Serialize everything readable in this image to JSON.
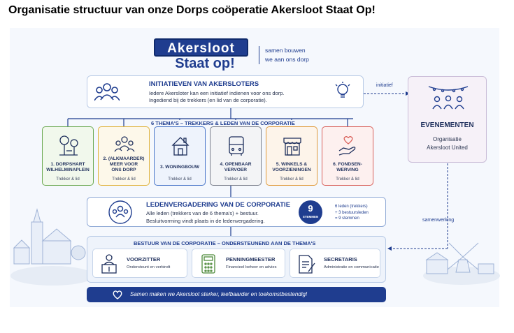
{
  "page_title": "Organisatie structuur van onze Dorps coöperatie Akersloot Staat Op!",
  "logo": {
    "line1": "Akersloot",
    "line2": "Staat op!"
  },
  "slogan": {
    "line1": "samen bouwen",
    "line2": "we aan ons dorp"
  },
  "initiatives": {
    "title": "INITIATIEVEN VAN AKERSLOTERS",
    "text1": "Iedere Akersloter kan een initiatief indienen voor ons dorp.",
    "text2": "Ingediend bij de trekkers (en lid van de corporatie)."
  },
  "initiatief_label": "initiatief",
  "events": {
    "title": "EVENEMENTEN",
    "line1": "Organisatie",
    "line2": "Akersloot United"
  },
  "themes_header": "6 THEMA'S – TREKKERS & LEDEN VAN DE CORPORATIE",
  "themes": [
    {
      "l1": "1. DORPSHART",
      "l2": "WILHELMINAPLEIN",
      "l3": "",
      "role": "Trekker & lid",
      "color": "#6aa84f",
      "bg": "#f1f8ec"
    },
    {
      "l1": "2. (ALKMAARDER)",
      "l2": "MEER VOOR",
      "l3": "ONS DORP",
      "role": "Trekker & lid",
      "color": "#e0b23a",
      "bg": "#fdf8ea"
    },
    {
      "l1": "3. WONINGBOUW",
      "l2": "",
      "l3": "",
      "role": "Trekker & lid",
      "color": "#4a76c9",
      "bg": "#eef3fc"
    },
    {
      "l1": "4. OPENBAAR",
      "l2": "VERVOER",
      "l3": "",
      "role": "Trekker & lid",
      "color": "#7a7f8c",
      "bg": "#f3f4f6"
    },
    {
      "l1": "5. WINKELS &",
      "l2": "VOORZIENINGEN",
      "l3": "",
      "role": "Trekker & lid",
      "color": "#e09a3a",
      "bg": "#fdf4ea"
    },
    {
      "l1": "6. FONDSEN-",
      "l2": "WERVING",
      "l3": "",
      "role": "Trekker & lid",
      "color": "#d9605a",
      "bg": "#fdf0ef"
    }
  ],
  "members_meeting": {
    "title": "LEDENVERGADERING VAN DE CORPORATIE",
    "text1": "Alle leden (trekkers van de 6 thema's) + bestuur.",
    "text2": "Besluitvorming vindt plaats in de ledenvergadering.",
    "votes_number": "9",
    "votes_label": "STEMMEN",
    "calc1": "6 leden (trekkers)",
    "calc2": "+ 3 bestuursleden",
    "calc3": "= 9 stemmen"
  },
  "samenwerking_label": "samenwerking",
  "board": {
    "title": "BESTUUR VAN DE CORPORATIE – ONDERSTEUNEND AAN DE THEMA'S",
    "roles": [
      {
        "title": "VOORZITTER",
        "desc": "Ondersteunt en verbindt"
      },
      {
        "title": "PENNINGMEESTER",
        "desc": "Financieel beheer en advies"
      },
      {
        "title": "SECRETARIS",
        "desc": "Administratie en communicatie"
      }
    ]
  },
  "footer": "Samen maken we Akersloot sterker, leefbaarder en toekomstbestendig!",
  "colors": {
    "navy": "#1f3d8f",
    "accent": "#1f3d8f",
    "events_bg": "#f6f1f8"
  }
}
